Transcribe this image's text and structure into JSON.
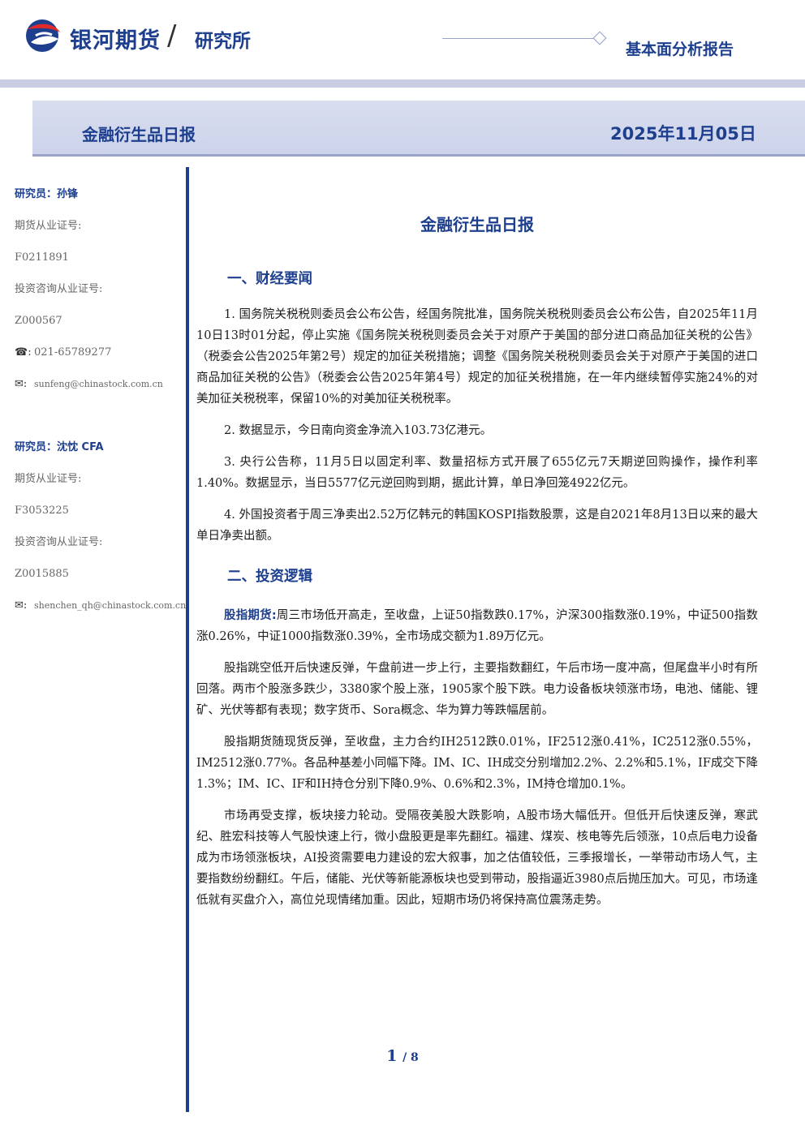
{
  "header": {
    "brand": "银河期货",
    "slash": "/",
    "dept": "研究所",
    "report_type": "基本面分析报告"
  },
  "banner": {
    "title": "金融衍生品日报",
    "date": "2025年11月05日"
  },
  "sidebar": {
    "analysts": [
      {
        "name": "研究员：孙锋",
        "license_label": "期货从业证号:",
        "license": "F0211891",
        "consult_label": "投资咨询从业证号:",
        "consult": "Z000567",
        "phone": "021-65789277",
        "email": "sunfeng@chinastock.com.cn"
      },
      {
        "name": "研究员：沈忱  CFA",
        "license_label": "期货从业证号:",
        "license": "F3053225",
        "consult_label": "投资咨询从业证号:",
        "consult": "Z0015885",
        "email": "shenchen_qh@chinastock.com.cn"
      }
    ],
    "phone_icon": "☎:",
    "mail_icon": "✉:"
  },
  "main": {
    "title": "金融衍生品日报",
    "section1": {
      "heading": "一、财经要闻",
      "items": [
        "1. 国务院关税税则委员会公布公告，经国务院批准，国务院关税税则委员会公布公告，自2025年11月10日13时01分起，停止实施《国务院关税税则委员会关于对原产于美国的部分进口商品加征关税的公告》（税委会公告2025年第2号）规定的加征关税措施；调整《国务院关税税则委员会关于对原产于美国的进口商品加征关税的公告》（税委会公告2025年第4号）规定的加征关税措施，在一年内继续暂停实施24%的对美加征关税税率，保留10%的对美加征关税税率。",
        "2. 数据显示，今日南向资金净流入103.73亿港元。",
        "3. 央行公告称，11月5日以固定利率、数量招标方式开展了655亿元7天期逆回购操作，操作利率1.40%。数据显示，当日5577亿元逆回购到期，据此计算，单日净回笼4922亿元。",
        "4. 外国投资者于周三净卖出2.52万亿韩元的韩国KOSPI指数股票，这是自2021年8月13日以来的最大单日净卖出额。"
      ]
    },
    "section2": {
      "heading": "二、投资逻辑",
      "lead_label": "股指期货:",
      "lead_text": "周三市场低开高走，至收盘，上证50指数跌0.17%，沪深300指数涨0.19%，中证500指数涨0.26%，中证1000指数涨0.39%，全市场成交额为1.89万亿元。",
      "paragraphs": [
        "股指跳空低开后快速反弹，午盘前进一步上行，主要指数翻红，午后市场一度冲高，但尾盘半小时有所回落。两市个股涨多跌少，3380家个股上涨，1905家个股下跌。电力设备板块领涨市场，电池、储能、锂矿、光伏等都有表现；数字货币、Sora概念、华为算力等跌幅居前。",
        "股指期货随现货反弹，至收盘，主力合约IH2512跌0.01%，IF2512涨0.41%，IC2512涨0.55%，IM2512涨0.77%。各品种基差小同幅下降。IM、IC、IH成交分别增加2.2%、2.2%和5.1%，IF成交下降1.3%；IM、IC、IF和IH持仓分别下降0.9%、0.6%和2.3%，IM持仓增加0.1%。",
        "市场再受支撑，板块接力轮动。受隔夜美股大跌影响，A股市场大幅低开。但低开后快速反弹，寒武纪、胜宏科技等人气股快速上行，微小盘股更是率先翻红。福建、煤炭、核电等先后领涨，10点后电力设备成为市场领涨板块，AI投资需要电力建设的宏大叙事，加之估值较低，三季报增长，一举带动市场人气，主要指数纷纷翻红。午后，储能、光伏等新能源板块也受到带动，股指逼近3980点后抛压加大。可见，市场逢低就有买盘介入，高位兑现情绪加重。因此，短期市场仍将保持高位震荡走势。"
      ]
    }
  },
  "footer": {
    "page": "1",
    "total": "/ 8"
  }
}
